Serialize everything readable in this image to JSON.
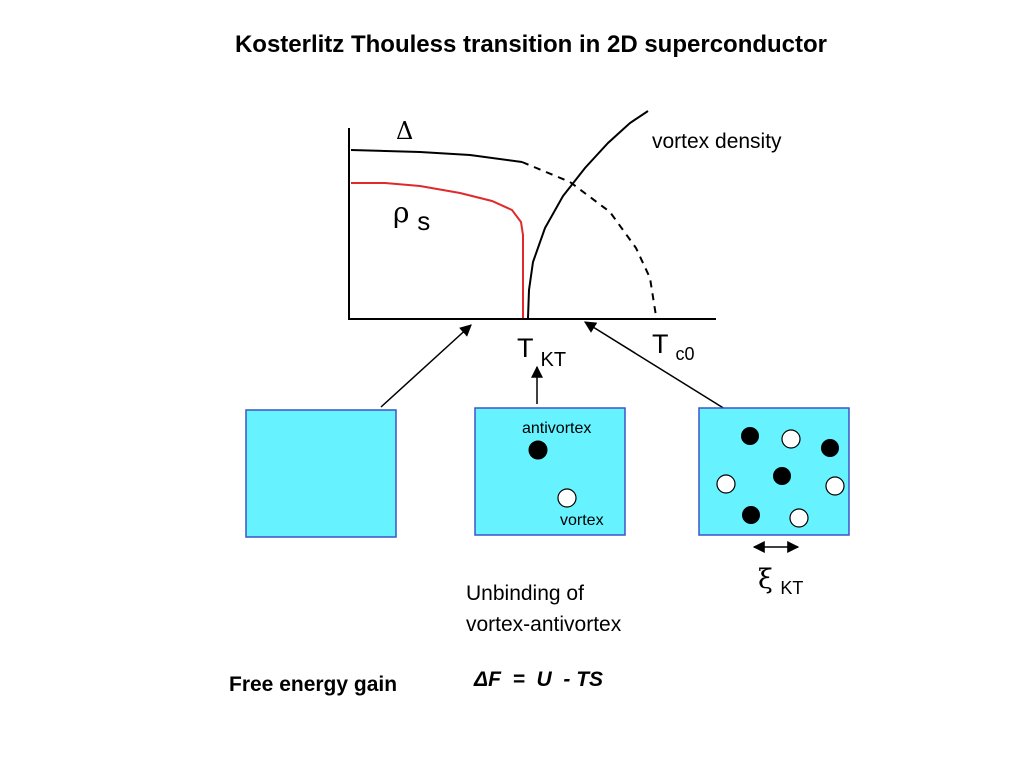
{
  "title": "Kosterlitz Thouless transition in 2D superconductor",
  "graph": {
    "delta_label": "Δ",
    "rho_label": "ρ",
    "rho_sub": "s",
    "vortex_density_label": "vortex density",
    "tkt_main": "T",
    "tkt_sub": "KT",
    "tc0_main": "T",
    "tc0_sub": "c0"
  },
  "panels": {
    "middle": {
      "antivortex_label": "antivortex",
      "vortex_label": "vortex"
    },
    "right": {
      "xi_main": "ξ",
      "xi_sub": "KT"
    }
  },
  "caption": {
    "line1": "Unbinding of",
    "line2": "vortex-antivortex"
  },
  "free_energy": {
    "label": "Free energy gain",
    "formula": "ΔF  =  U  - TS"
  },
  "colors": {
    "panel_fill": "#66f2ff",
    "panel_stroke": "#3a55c8",
    "rho_curve": "#e0292a",
    "line": "#000000"
  }
}
